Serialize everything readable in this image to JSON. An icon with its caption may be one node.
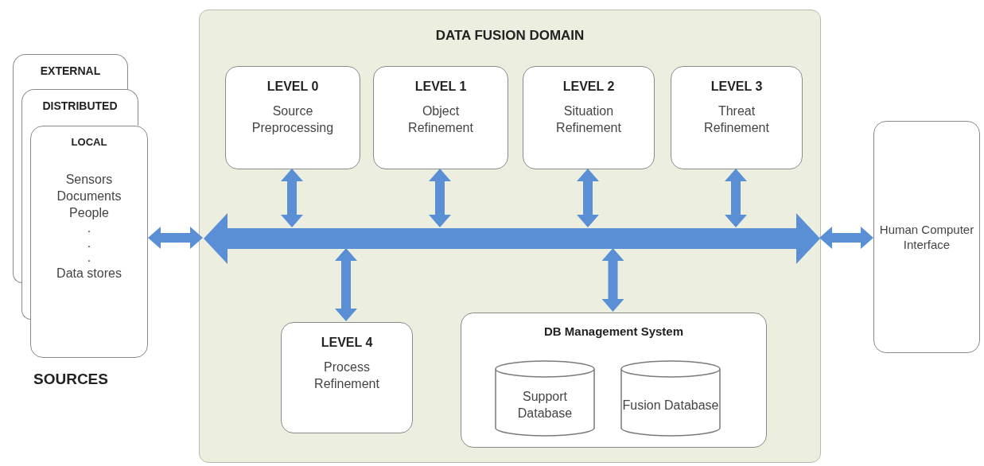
{
  "diagram": {
    "nodes": [
      {
        "text": [
          "EXTERNAL"
        ]
      },
      {
        "text": [
          "DISTRIBUTED"
        ]
      },
      {
        "text": [
          "LOCAL",
          "Sensors Documents People",
          ".",
          ".",
          ".",
          "Data stores"
        ]
      },
      {
        "text": [
          "DATA FUSION DOMAIN"
        ]
      },
      {
        "text": [],
        "shape": "bar",
        "in": 3
      },
      {
        "text": [
          "LEVEL 0",
          "Source Preprocessing"
        ],
        "in": 3
      },
      {
        "text": [
          "LEVEL 1",
          "Object Refinement"
        ],
        "in": 3
      },
      {
        "text": [
          "LEVEL 2",
          "Situation Refinement"
        ],
        "in": 3
      },
      {
        "text": [
          "LEVEL 3",
          "Threat Refinement"
        ],
        "in": 3
      },
      {
        "text": [
          "LEVEL 4",
          "Process Refinement"
        ],
        "in": 3
      },
      {
        "text": [
          "DB Management System"
        ],
        "in": 3
      },
      {
        "text": [
          "Support Database"
        ],
        "in": 10
      },
      {
        "text": [
          "Fusion Database"
        ],
        "in": 10
      },
      {
        "text": [
          "Human Computer Interface"
        ]
      }
    ],
    "edges": [
      {
        "from": 2,
        "to": 4,
        "arrow": "both"
      },
      {
        "from": 5,
        "to": 4,
        "arrow": "both"
      },
      {
        "from": 6,
        "to": 4,
        "arrow": "both"
      },
      {
        "from": 7,
        "to": 4,
        "arrow": "both"
      },
      {
        "from": 8,
        "to": 4,
        "arrow": "both"
      },
      {
        "from": 4,
        "to": 13,
        "arrow": "both"
      },
      {
        "from": 4,
        "to": 9,
        "arrow": "both"
      },
      {
        "from": 4,
        "to": 10,
        "arrow": "both"
      }
    ],
    "labels": [
      "SOURCES"
    ]
  }
}
